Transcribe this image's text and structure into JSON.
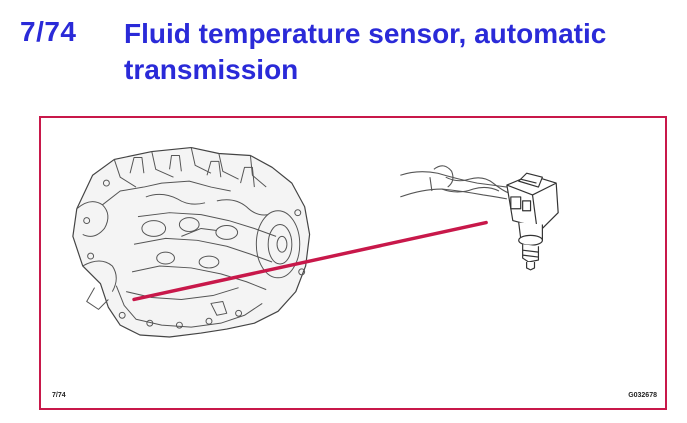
{
  "header": {
    "page_number": "7/74",
    "title": "Fluid temperature sensor, automatic transmission"
  },
  "figure": {
    "page_ref": "7/74",
    "figure_code": "G032678",
    "leader_color": "#c8184a",
    "frame_color": "#c8184a",
    "title_color": "#2a2ad8",
    "parts": [
      "transmission-housing",
      "fluid-temperature-sensor",
      "sensor-wiring"
    ]
  }
}
